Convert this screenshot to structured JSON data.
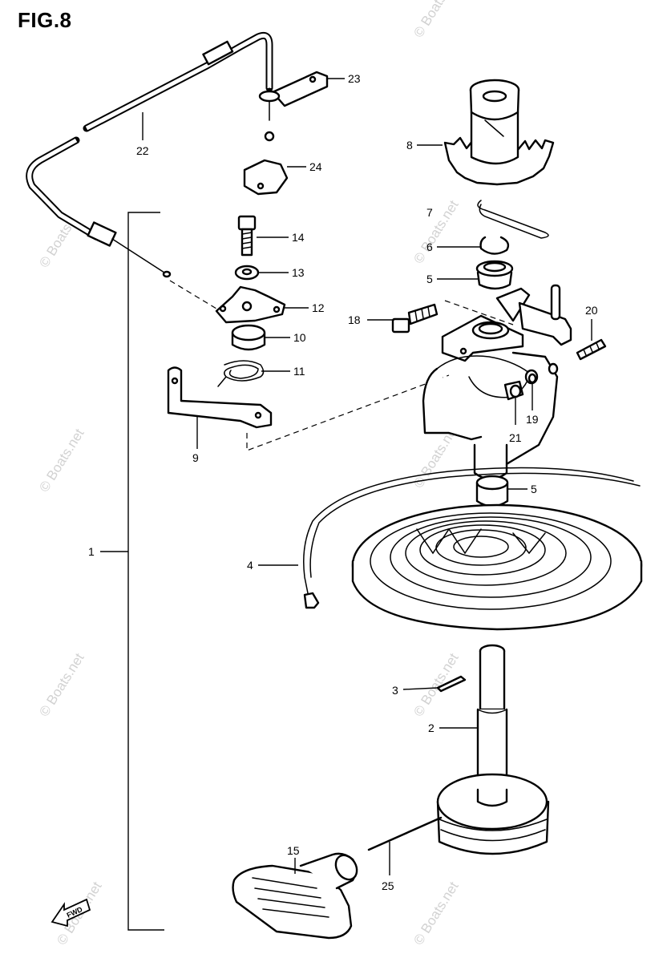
{
  "figure": {
    "title": "FIG.8"
  },
  "watermark": {
    "text": "© Boats.net",
    "color": "#d2d2d2"
  },
  "direction_indicator": {
    "text": "FWD"
  },
  "callouts": [
    {
      "id": "c23",
      "number": "23"
    },
    {
      "id": "c22",
      "number": "22"
    },
    {
      "id": "c24",
      "number": "24"
    },
    {
      "id": "c8",
      "number": "8"
    },
    {
      "id": "c7",
      "number": "7"
    },
    {
      "id": "c14",
      "number": "14"
    },
    {
      "id": "c6",
      "number": "6"
    },
    {
      "id": "c13",
      "number": "13"
    },
    {
      "id": "c5a",
      "number": "5"
    },
    {
      "id": "c12",
      "number": "12"
    },
    {
      "id": "c20",
      "number": "20"
    },
    {
      "id": "c18",
      "number": "18"
    },
    {
      "id": "c10",
      "number": "10"
    },
    {
      "id": "c11",
      "number": "11"
    },
    {
      "id": "c19",
      "number": "19"
    },
    {
      "id": "c21",
      "number": "21"
    },
    {
      "id": "c9",
      "number": "9"
    },
    {
      "id": "c5b",
      "number": "5"
    },
    {
      "id": "c1",
      "number": "1"
    },
    {
      "id": "c4",
      "number": "4"
    },
    {
      "id": "c3",
      "number": "3"
    },
    {
      "id": "c2",
      "number": "2"
    },
    {
      "id": "c15",
      "number": "15"
    },
    {
      "id": "c25",
      "number": "25"
    }
  ]
}
